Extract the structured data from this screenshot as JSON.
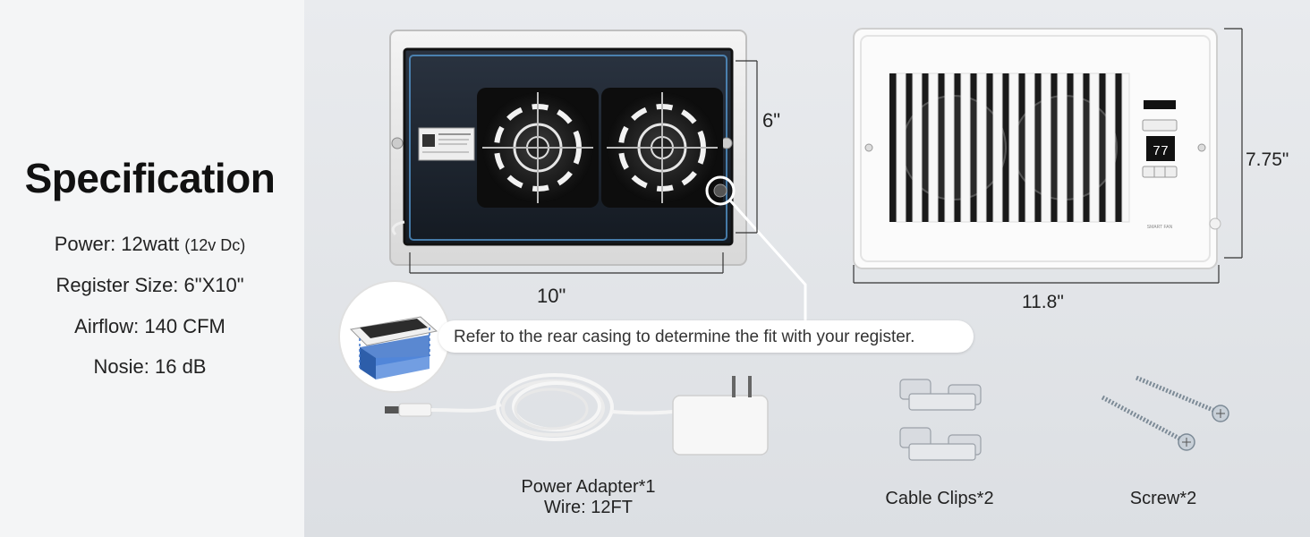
{
  "specification": {
    "title": "Specification",
    "power": "Power: 12watt",
    "power_note": "(12v Dc)",
    "register_size": "Register Size: 6\"X10\"",
    "airflow": "Airflow: 140 CFM",
    "noise": "Nosie: 16 dB"
  },
  "dimensions": {
    "rear_height": "6\"",
    "rear_width": "10\"",
    "front_height": "7.75\"",
    "front_width": "11.8\""
  },
  "callout": {
    "text": "Refer to the rear casing to determine the fit with your register."
  },
  "accessories": {
    "adapter_line1": "Power Adapter*1",
    "adapter_line2": "Wire: 12FT",
    "clips": "Cable Clips*2",
    "screws": "Screw*2"
  },
  "device_display": {
    "temperature": "77",
    "brand_mark": "SMART FAN"
  }
}
